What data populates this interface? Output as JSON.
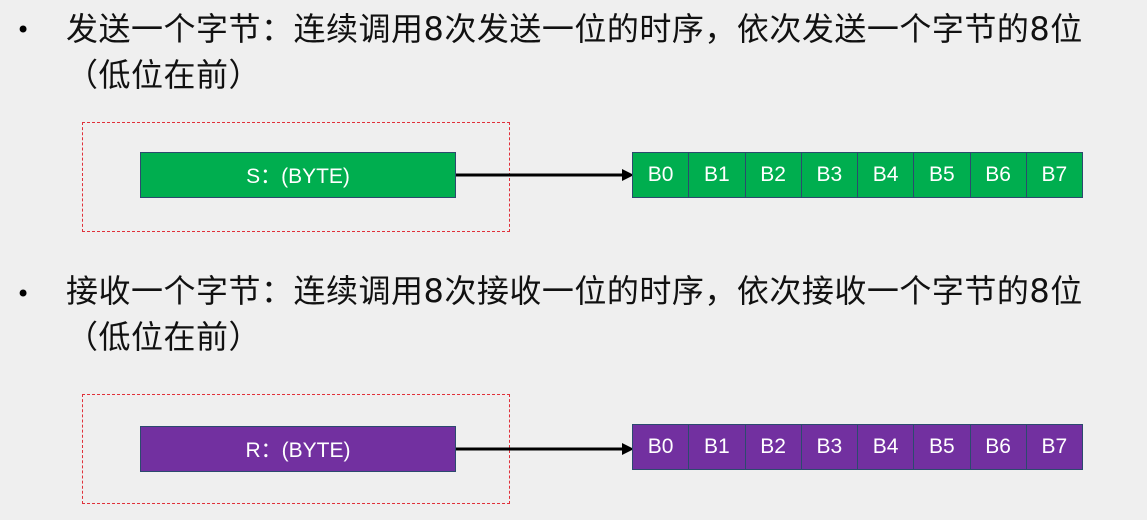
{
  "colors": {
    "send": "#00ae4f",
    "receive": "#7230a0",
    "dash": "#e0303a",
    "cell_border": "#2c4a6e"
  },
  "send": {
    "bullet": "•",
    "text": "发送一个字节：连续调用8次发送一位的时序，依次发送一个字节的8位（低位在前）",
    "byte_label": "S：(BYTE)",
    "bits": [
      "B0",
      "B1",
      "B2",
      "B3",
      "B4",
      "B5",
      "B6",
      "B7"
    ]
  },
  "receive": {
    "bullet": "•",
    "text": "接收一个字节：连续调用8次接收一位的时序，依次接收一个字节的8位（低位在前）",
    "byte_label": "R：(BYTE)",
    "bits": [
      "B0",
      "B1",
      "B2",
      "B3",
      "B4",
      "B5",
      "B6",
      "B7"
    ]
  }
}
